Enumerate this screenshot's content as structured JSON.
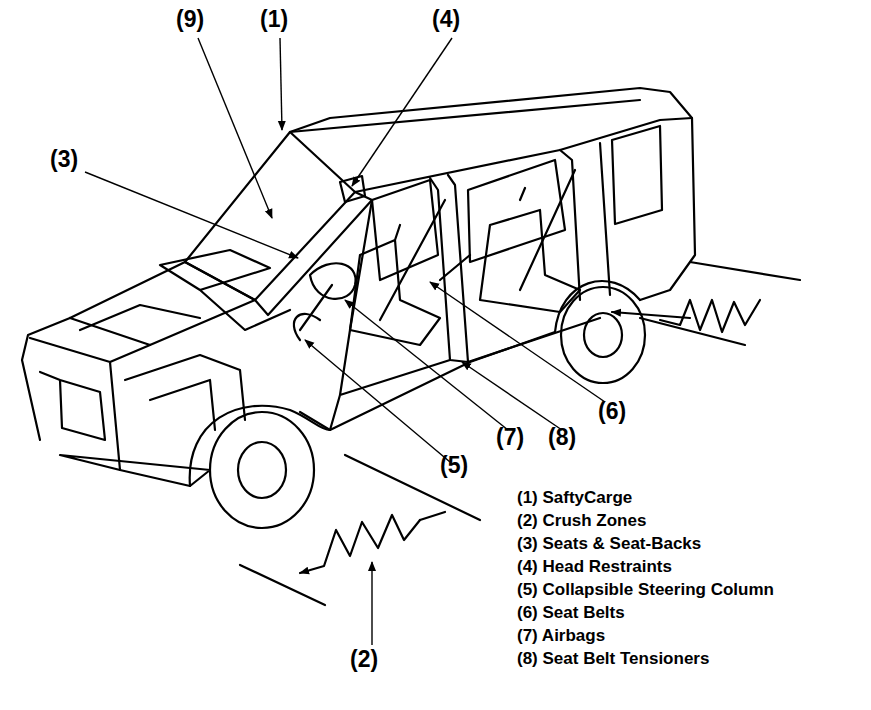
{
  "diagram": {
    "labels": [
      "(9)",
      "(1)",
      "(4)",
      "(3)",
      "(6)",
      "(5)",
      "(7)",
      "(8)",
      "(2)",
      "(1) SaftyCarge",
      "(2) Crush Zones",
      "(3) Seats & Seat-Backs",
      "(4) Head Restraints",
      "(5) Collapsible Steering Column",
      "(6) Seat Belts",
      "(7) Airbags",
      "(8) Seat Belt Tensioners"
    ]
  }
}
